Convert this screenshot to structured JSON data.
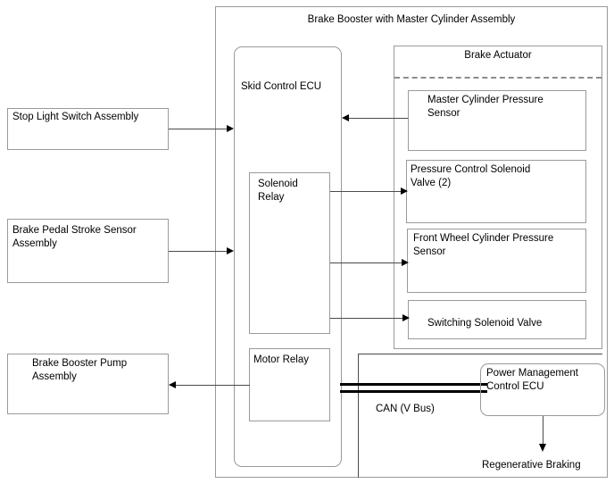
{
  "diagram": {
    "title": "Brake Booster with Master Cylinder Assembly",
    "colors": {
      "box_border": "#9a9a9a",
      "line": "#4a4a4a",
      "dashed_separator": "#8d8d8d",
      "bus": "#000000",
      "background": "#ffffff",
      "text": "#000000"
    }
  },
  "assembly": {
    "title": "Brake Booster with Master Cylinder Assembly"
  },
  "actuator": {
    "title": "Brake Actuator"
  },
  "external_inputs": [
    {
      "label": "Stop Light Switch Assembly"
    },
    {
      "label": "Brake Pedal Stroke Sensor\nAssembly"
    }
  ],
  "external_outputs": [
    {
      "label": "Brake Booster Pump\nAssembly"
    }
  ],
  "ecu": {
    "label": "Skid Control ECU",
    "relays": [
      {
        "label": "Solenoid\nRelay"
      },
      {
        "label": "Motor Relay"
      }
    ]
  },
  "actuator_components": [
    {
      "label": "Master Cylinder Pressure\nSensor"
    },
    {
      "label": "Pressure Control Solenoid\nValve (2)"
    },
    {
      "label": "Front Wheel Cylinder Pressure\nSensor"
    },
    {
      "label": "Switching Solenoid Valve"
    }
  ],
  "bus": {
    "label": "CAN (V Bus)"
  },
  "power_ecu": {
    "label": "Power Management\nControl ECU"
  },
  "output_note": {
    "label": "Regenerative Braking"
  }
}
